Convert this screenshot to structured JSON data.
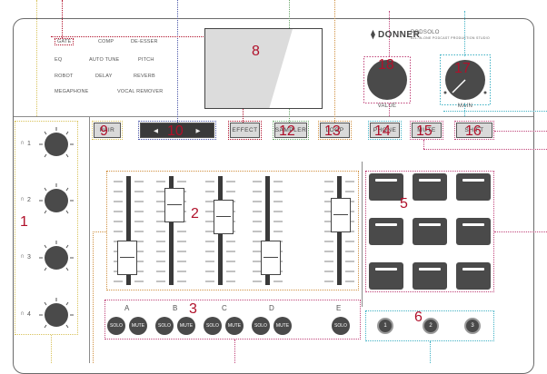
{
  "device": {
    "brand": "DONNER",
    "model": "PODSOLO",
    "subtitle": "ALL-IN-ONE PODCAST PRODUCTION STUDIO"
  },
  "effects": [
    "GATE",
    "COMP",
    "DE-ESSER",
    "EQ",
    "AUTO TUNE",
    "PITCH",
    "ROBOT",
    "DELAY",
    "REVERB",
    "MEGAPHONE",
    "VOCAL REMOVER"
  ],
  "knobs": {
    "value": "VALUE",
    "main": "MAIN"
  },
  "buttons": {
    "pair": "PAIR",
    "effect": "EFFECT",
    "sampler": "SAMPLER",
    "loop": "LOOP",
    "phone": "PHONE",
    "mute": "MUTE",
    "shift": "SHIFT"
  },
  "mic_channels": [
    "1",
    "2",
    "3",
    "4"
  ],
  "fader_channels": [
    "A",
    "B",
    "C",
    "D",
    "E"
  ],
  "solo_label": "SOLO",
  "mute_label": "MUTE",
  "pad_buttons": [
    "1",
    "2",
    "3"
  ],
  "callouts": {
    "n1": "1",
    "n2": "2",
    "n3": "3",
    "n5": "5",
    "n6": "6",
    "n8": "8",
    "n9": "9",
    "n10": "10",
    "n12": "12",
    "n13": "13",
    "n14": "14",
    "n15": "15",
    "n16": "16",
    "n17": "17",
    "n18": "18"
  },
  "colors": {
    "callout": "#b0102a",
    "lead_yellow": "#d8c25a",
    "lead_blue": "#4a56a8",
    "lead_green": "#6aa86a",
    "lead_teal": "#3fb1c4",
    "lead_pink": "#c0447a",
    "lead_orange": "#d09040"
  }
}
